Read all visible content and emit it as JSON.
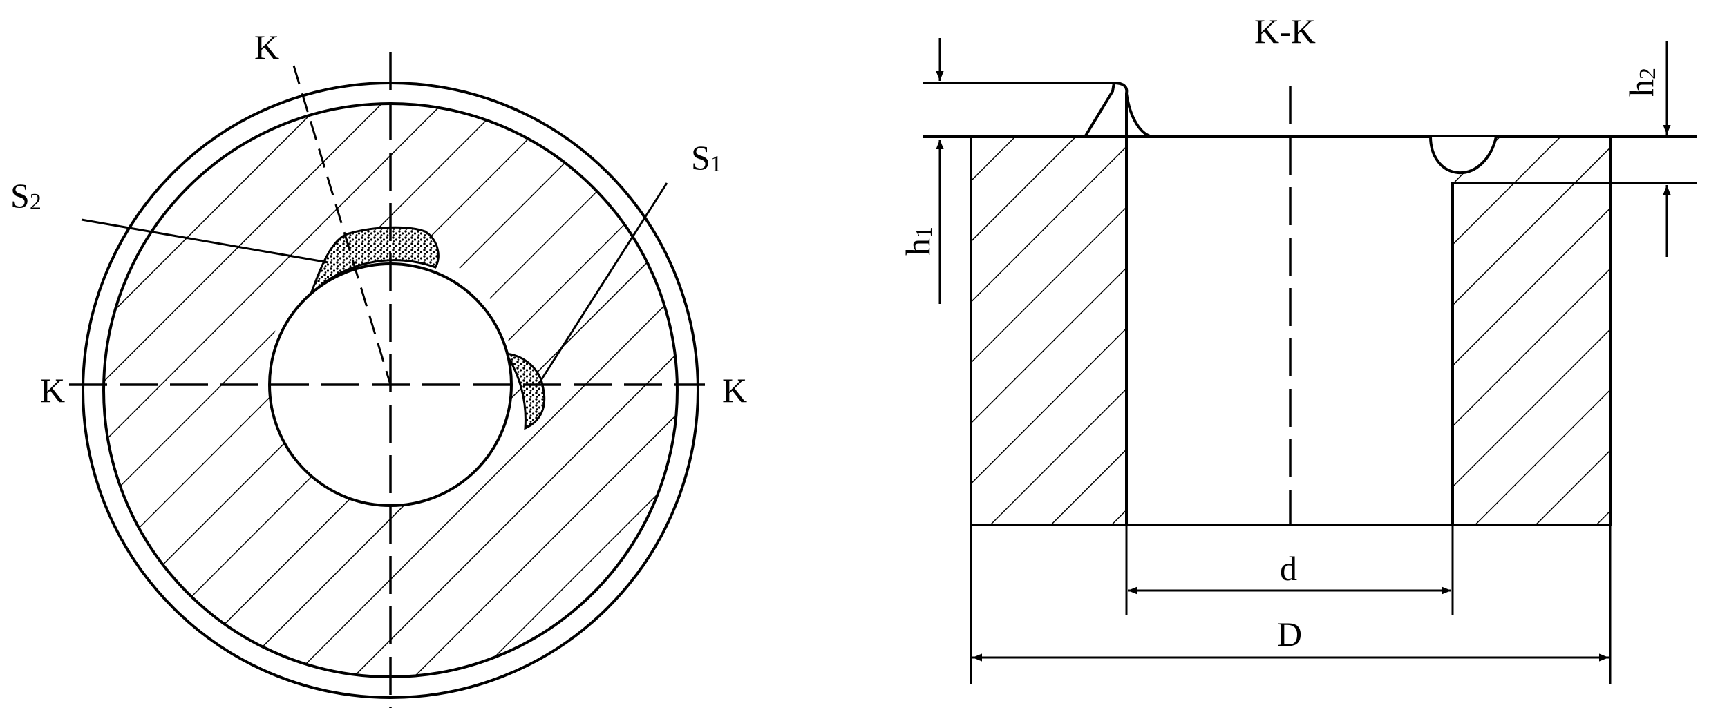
{
  "colors": {
    "line": "#000000",
    "background": "#ffffff"
  },
  "plan_view": {
    "section_label_top": "K",
    "section_label_left": "K",
    "section_label_right": "K",
    "region_s1": {
      "letter": "S",
      "index": "1"
    },
    "region_s2": {
      "letter": "S",
      "index": "2"
    }
  },
  "section_view": {
    "title": "K-K",
    "h1": {
      "letter": "h",
      "index": "1"
    },
    "h2": {
      "letter": "h",
      "index": "2"
    },
    "dim_d": "d",
    "dim_D": "D"
  }
}
